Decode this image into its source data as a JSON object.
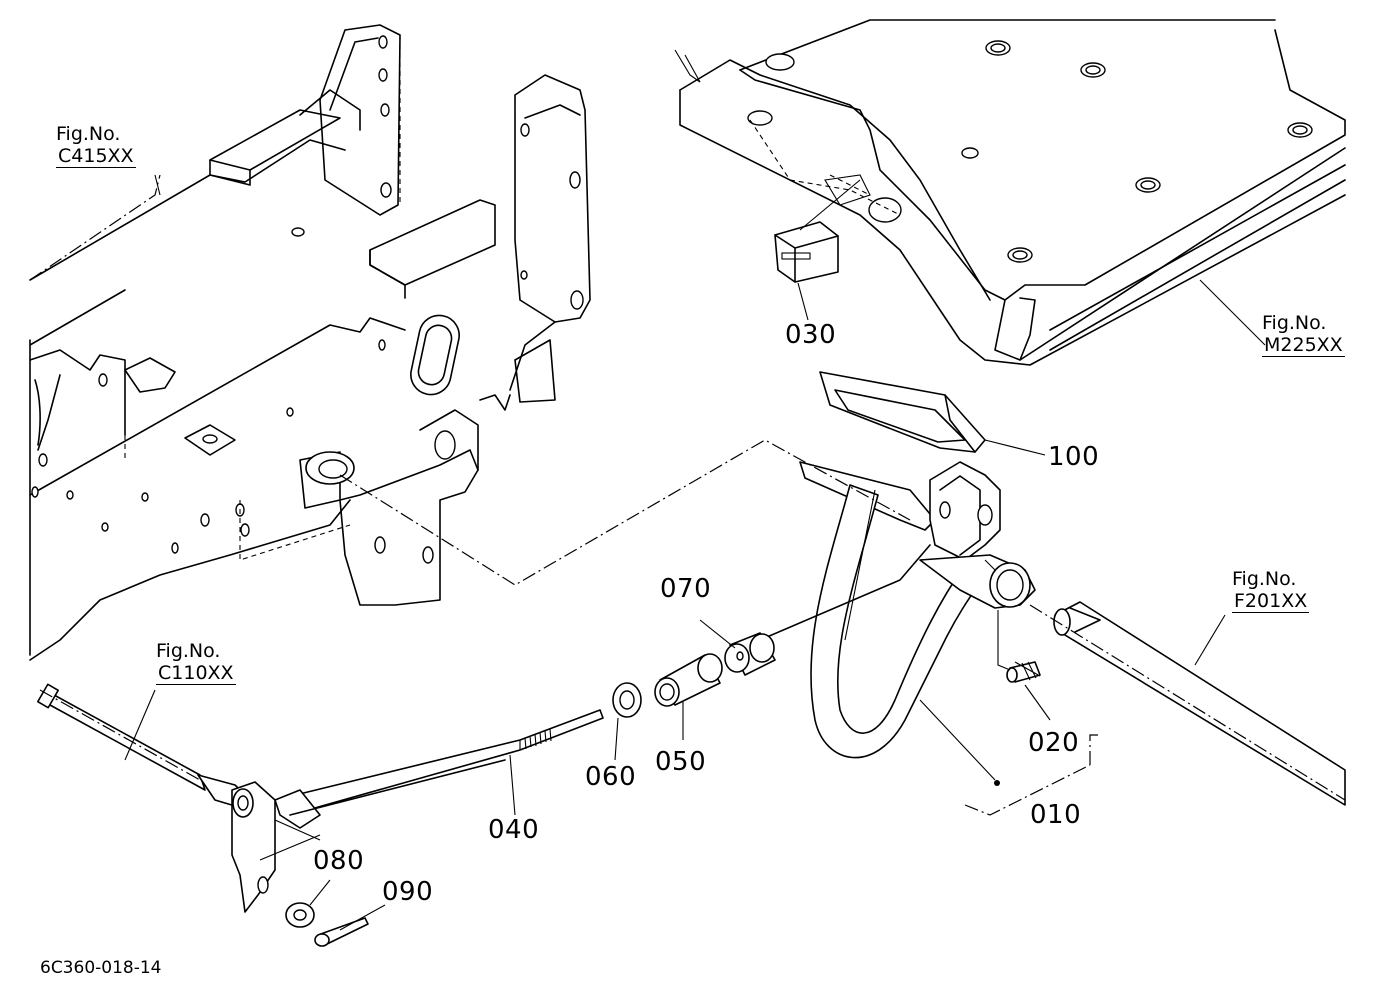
{
  "parts": [
    {
      "number": "010"
    },
    {
      "number": "020"
    },
    {
      "number": "030"
    },
    {
      "number": "040"
    },
    {
      "number": "050"
    },
    {
      "number": "060"
    },
    {
      "number": "070"
    },
    {
      "number": "080"
    },
    {
      "number": "090"
    },
    {
      "number": "100"
    }
  ],
  "figure_refs": [
    {
      "prefix": "Fig.No.",
      "ref": "C415XX"
    },
    {
      "prefix": "Fig.No.",
      "ref": "M225XX"
    },
    {
      "prefix": "Fig.No.",
      "ref": "F201XX"
    },
    {
      "prefix": "Fig.No.",
      "ref": "C110XX"
    }
  ],
  "drawing_code": "6C360-018-14"
}
